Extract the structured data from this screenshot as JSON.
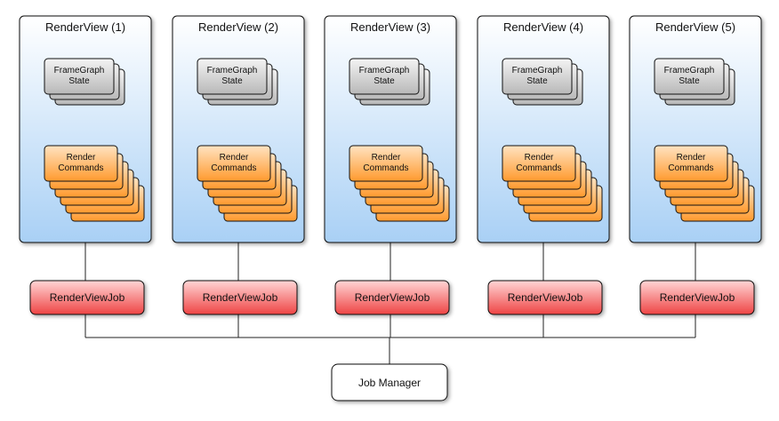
{
  "render_views": [
    {
      "title": "RenderView (1)",
      "framegraph_lines": [
        "FrameGraph",
        "State"
      ],
      "commands_lines": [
        "Render",
        "Commands"
      ],
      "job_label": "RenderViewJob"
    },
    {
      "title": "RenderView (2)",
      "framegraph_lines": [
        "FrameGraph",
        "State"
      ],
      "commands_lines": [
        "Render",
        "Commands"
      ],
      "job_label": "RenderViewJob"
    },
    {
      "title": "RenderView (3)",
      "framegraph_lines": [
        "FrameGraph",
        "State"
      ],
      "commands_lines": [
        "Render",
        "Commands"
      ],
      "job_label": "RenderViewJob"
    },
    {
      "title": "RenderView (4)",
      "framegraph_lines": [
        "FrameGraph",
        "State"
      ],
      "commands_lines": [
        "Render",
        "Commands"
      ],
      "job_label": "RenderViewJob"
    },
    {
      "title": "RenderView (5)",
      "framegraph_lines": [
        "FrameGraph",
        "State"
      ],
      "commands_lines": [
        "Render",
        "Commands"
      ],
      "job_label": "RenderViewJob"
    }
  ],
  "job_manager": {
    "label": "Job Manager"
  },
  "colors": {
    "view_top": "#ffffff",
    "view_bottom": "#a9d0f5",
    "framegraph_top": "#f4f4f4",
    "framegraph_bottom": "#b8b8b8",
    "commands_top": "#ffe3c2",
    "commands_bottom": "#ff9a2e",
    "job_top": "#ffd6d6",
    "job_bottom": "#ee4444",
    "stroke": "#111111",
    "connector": "#222222"
  }
}
